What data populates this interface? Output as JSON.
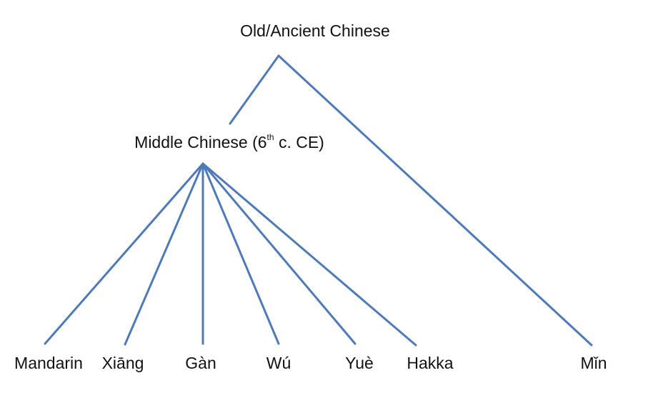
{
  "diagram": {
    "line_color": "#4f7ab8",
    "root": {
      "label": "Old/Ancient Chinese"
    },
    "middle": {
      "label_before": "Middle Chinese (6",
      "label_sup": "th",
      "label_after": " c. CE)"
    },
    "leaves": [
      {
        "label": "Mandarin"
      },
      {
        "label": "Xiāng"
      },
      {
        "label": "Gàn"
      },
      {
        "label": "Wú"
      },
      {
        "label": "Yuè"
      },
      {
        "label": "Hakka"
      },
      {
        "label": "Mǐn"
      }
    ]
  }
}
